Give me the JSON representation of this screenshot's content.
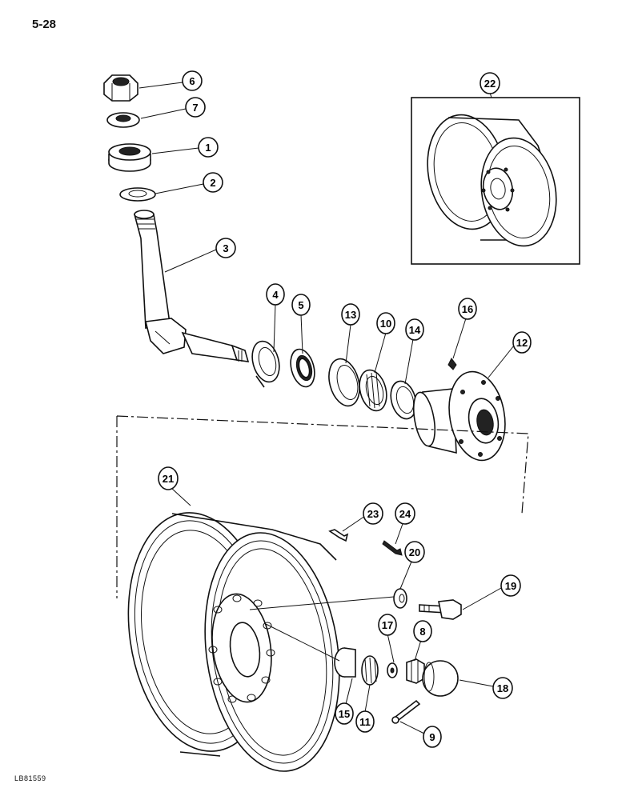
{
  "page_number": "5-28",
  "reference_code": "LB81559",
  "callouts": {
    "c1": "1",
    "c2": "2",
    "c3": "3",
    "c4": "4",
    "c5": "5",
    "c6": "6",
    "c7": "7",
    "c8": "8",
    "c9": "9",
    "c10": "10",
    "c11": "11",
    "c12": "12",
    "c13": "13",
    "c14": "14",
    "c15": "15",
    "c16": "16",
    "c17": "17",
    "c18": "18",
    "c19": "19",
    "c20": "20",
    "c21": "21",
    "c22": "22",
    "c23": "23",
    "c24": "24"
  }
}
